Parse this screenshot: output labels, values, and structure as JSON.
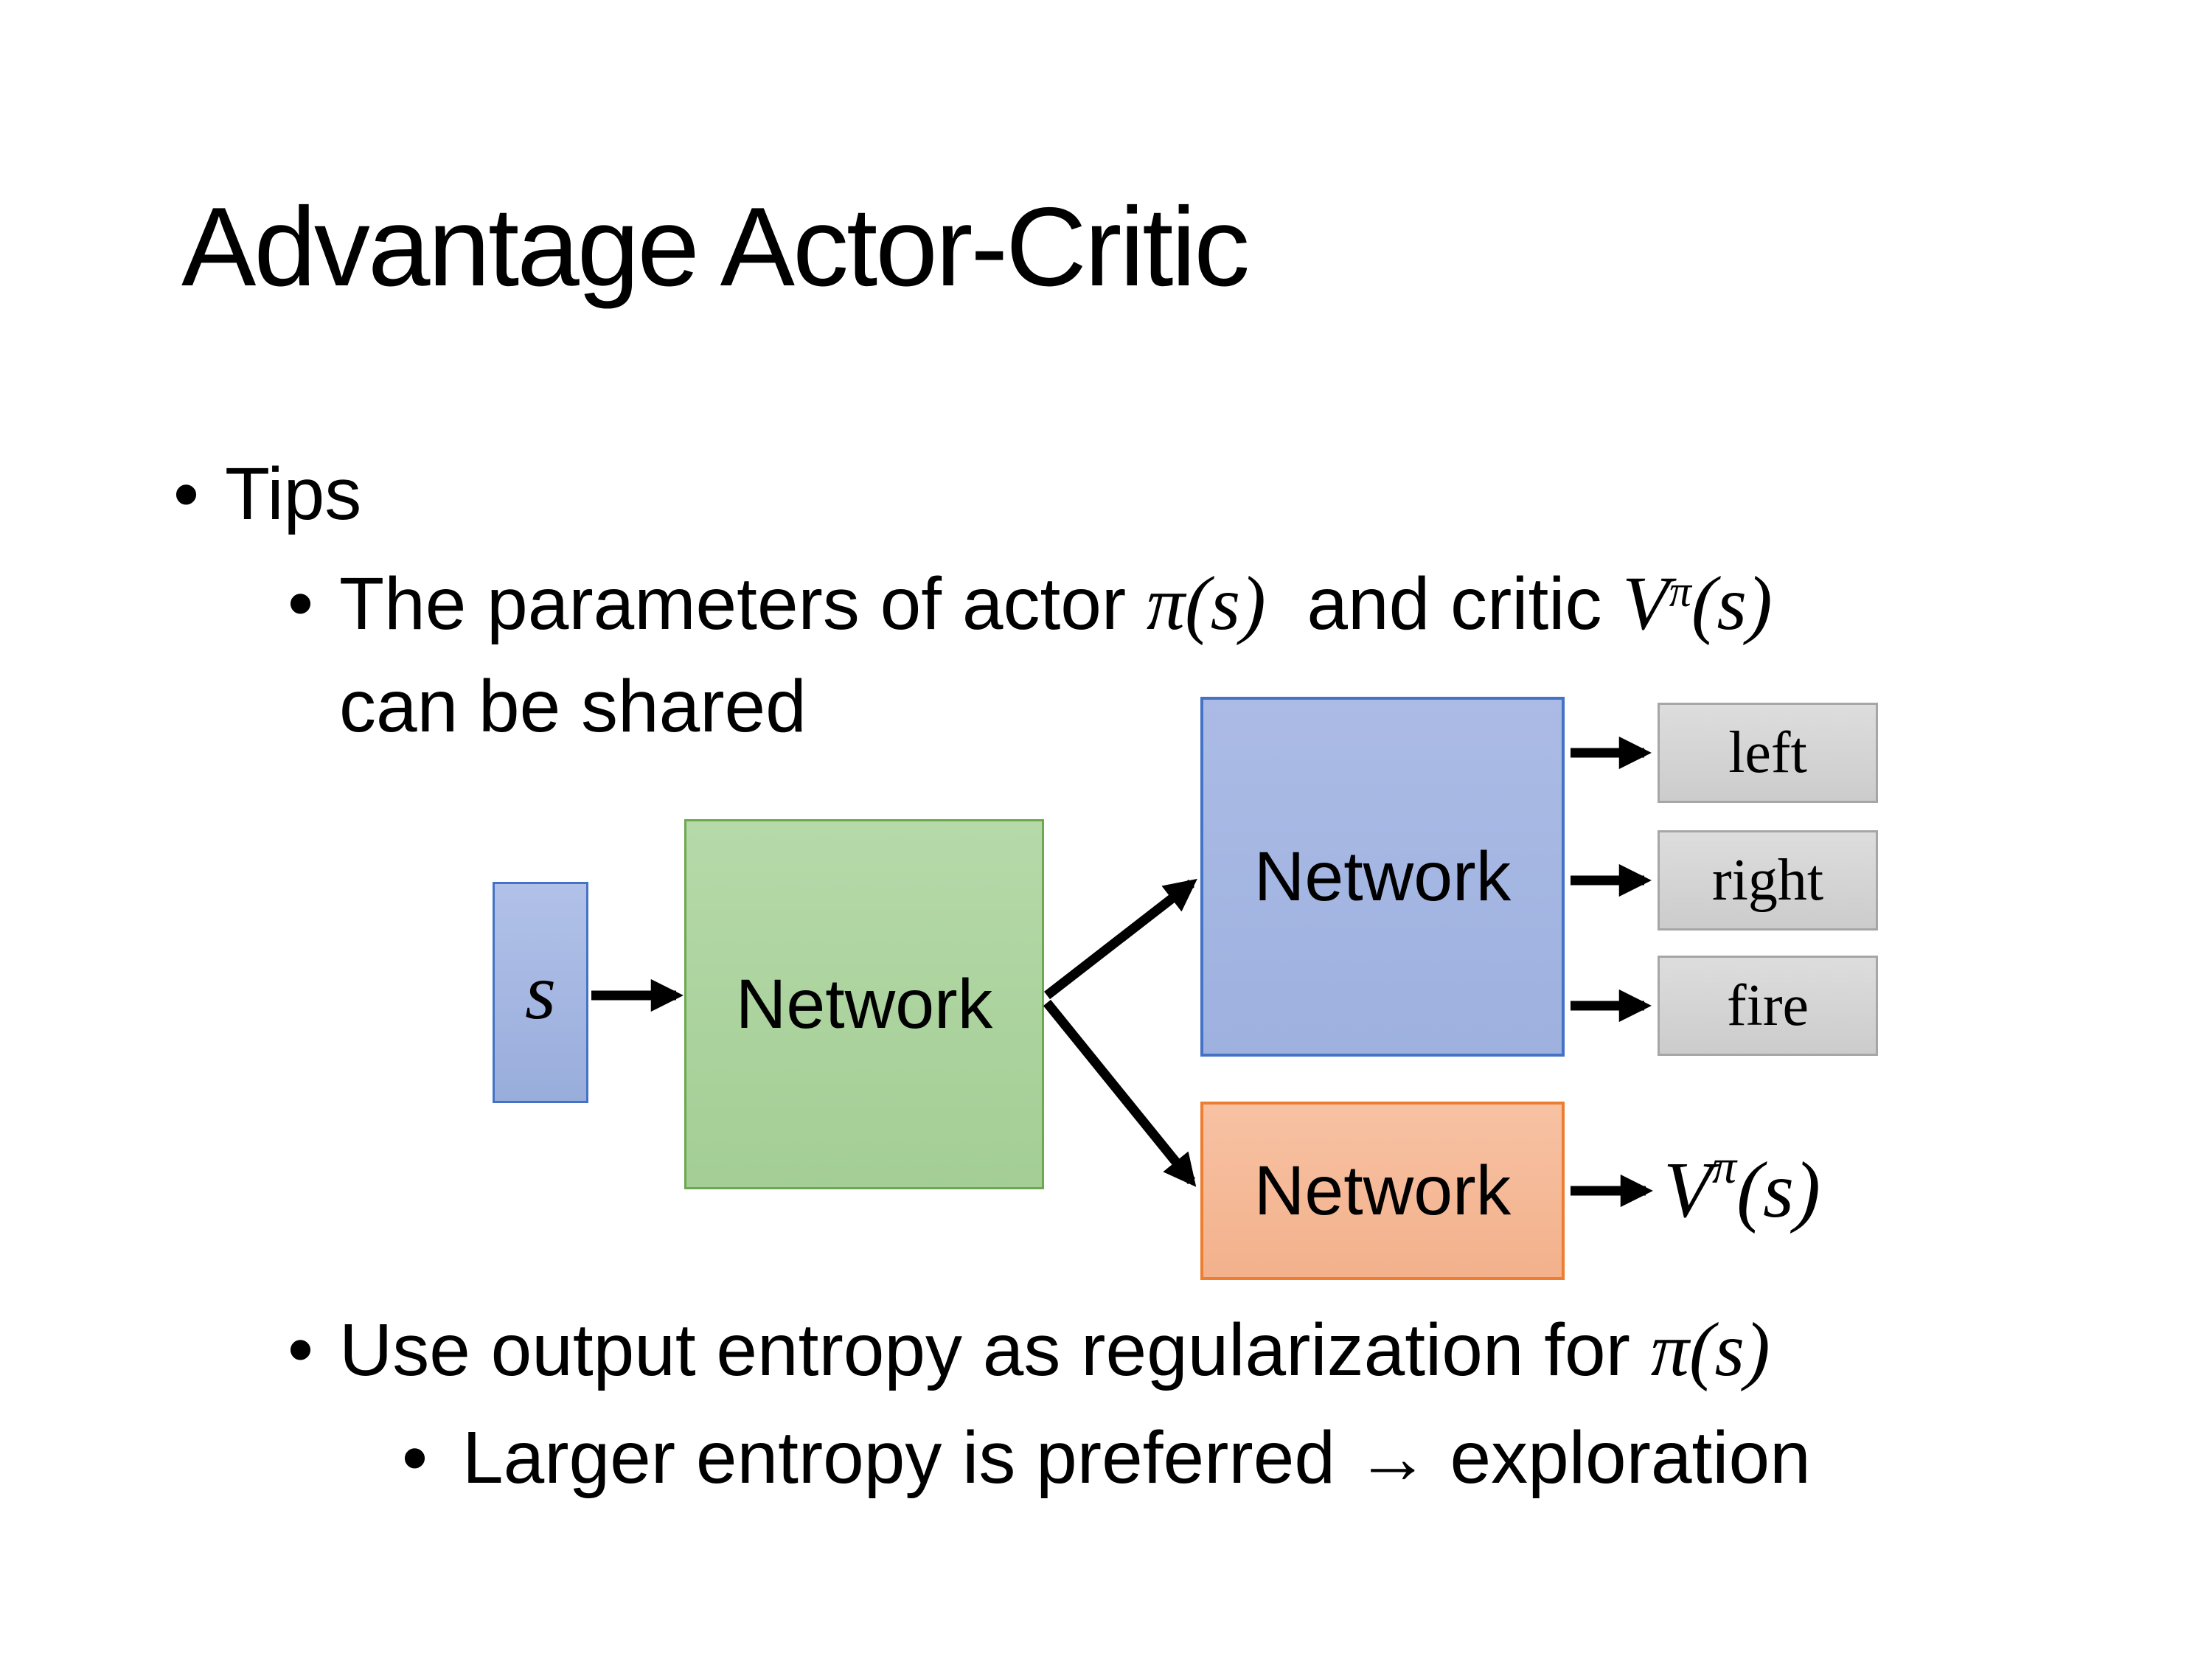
{
  "slide": {
    "title": "Advantage Actor-Critic",
    "bullet_char": "•",
    "tips": {
      "label": "Tips"
    },
    "tip_shared": {
      "line1_prefix": "The parameters of actor ",
      "actor_term": "π(s)",
      "line1_mid": "  and critic ",
      "critic_term": {
        "base": "V",
        "sup": "π",
        "args": "(s)"
      },
      "line2": "can be shared"
    },
    "tip_entropy": {
      "prefix": "Use output entropy as regularization for ",
      "pi_term": "π(s)",
      "sub_line": "Larger entropy is preferred → exploration"
    },
    "diagram": {
      "input_label": "s",
      "shared_network": {
        "label": "Network"
      },
      "actor_network": {
        "label": "Network"
      },
      "critic_network": {
        "label": "Network"
      },
      "actions": [
        "left",
        "right",
        "fire"
      ],
      "critic_output": {
        "base": "V",
        "sup": "π",
        "args": "(s)"
      },
      "colors": {
        "background": "#FFFFFF",
        "text": "#000000",
        "state_box_fill": "#A3B5E2",
        "state_box_border": "#4472C4",
        "shared_network_fill": "#ABD49E",
        "shared_network_border": "#6CA84F",
        "actor_network_fill": "#A4B6E2",
        "actor_network_border": "#4472C4",
        "critic_network_fill": "#F5BA98",
        "critic_network_border": "#ED7D31",
        "action_box_fill": "#D6D6D6",
        "action_box_border": "#A6A6A6",
        "arrow": "#000000"
      }
    }
  }
}
